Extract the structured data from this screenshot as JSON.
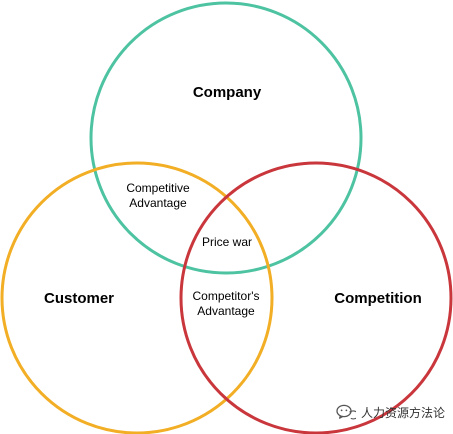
{
  "colors": {
    "company": "#4DC3A1",
    "customer": "#F2AE24",
    "competition": "#C9363B"
  },
  "circles": {
    "company": {
      "label": "Company"
    },
    "customer": {
      "label": "Customer"
    },
    "competition": {
      "label": "Competition"
    }
  },
  "overlaps": {
    "company_customer": [
      "Competitive",
      "Advantage"
    ],
    "all_three": "Price war",
    "customer_competition": [
      "Competitor's",
      "Advantage"
    ]
  },
  "watermark": {
    "icon": "wechat-icon",
    "text": "人力资源方法论"
  }
}
